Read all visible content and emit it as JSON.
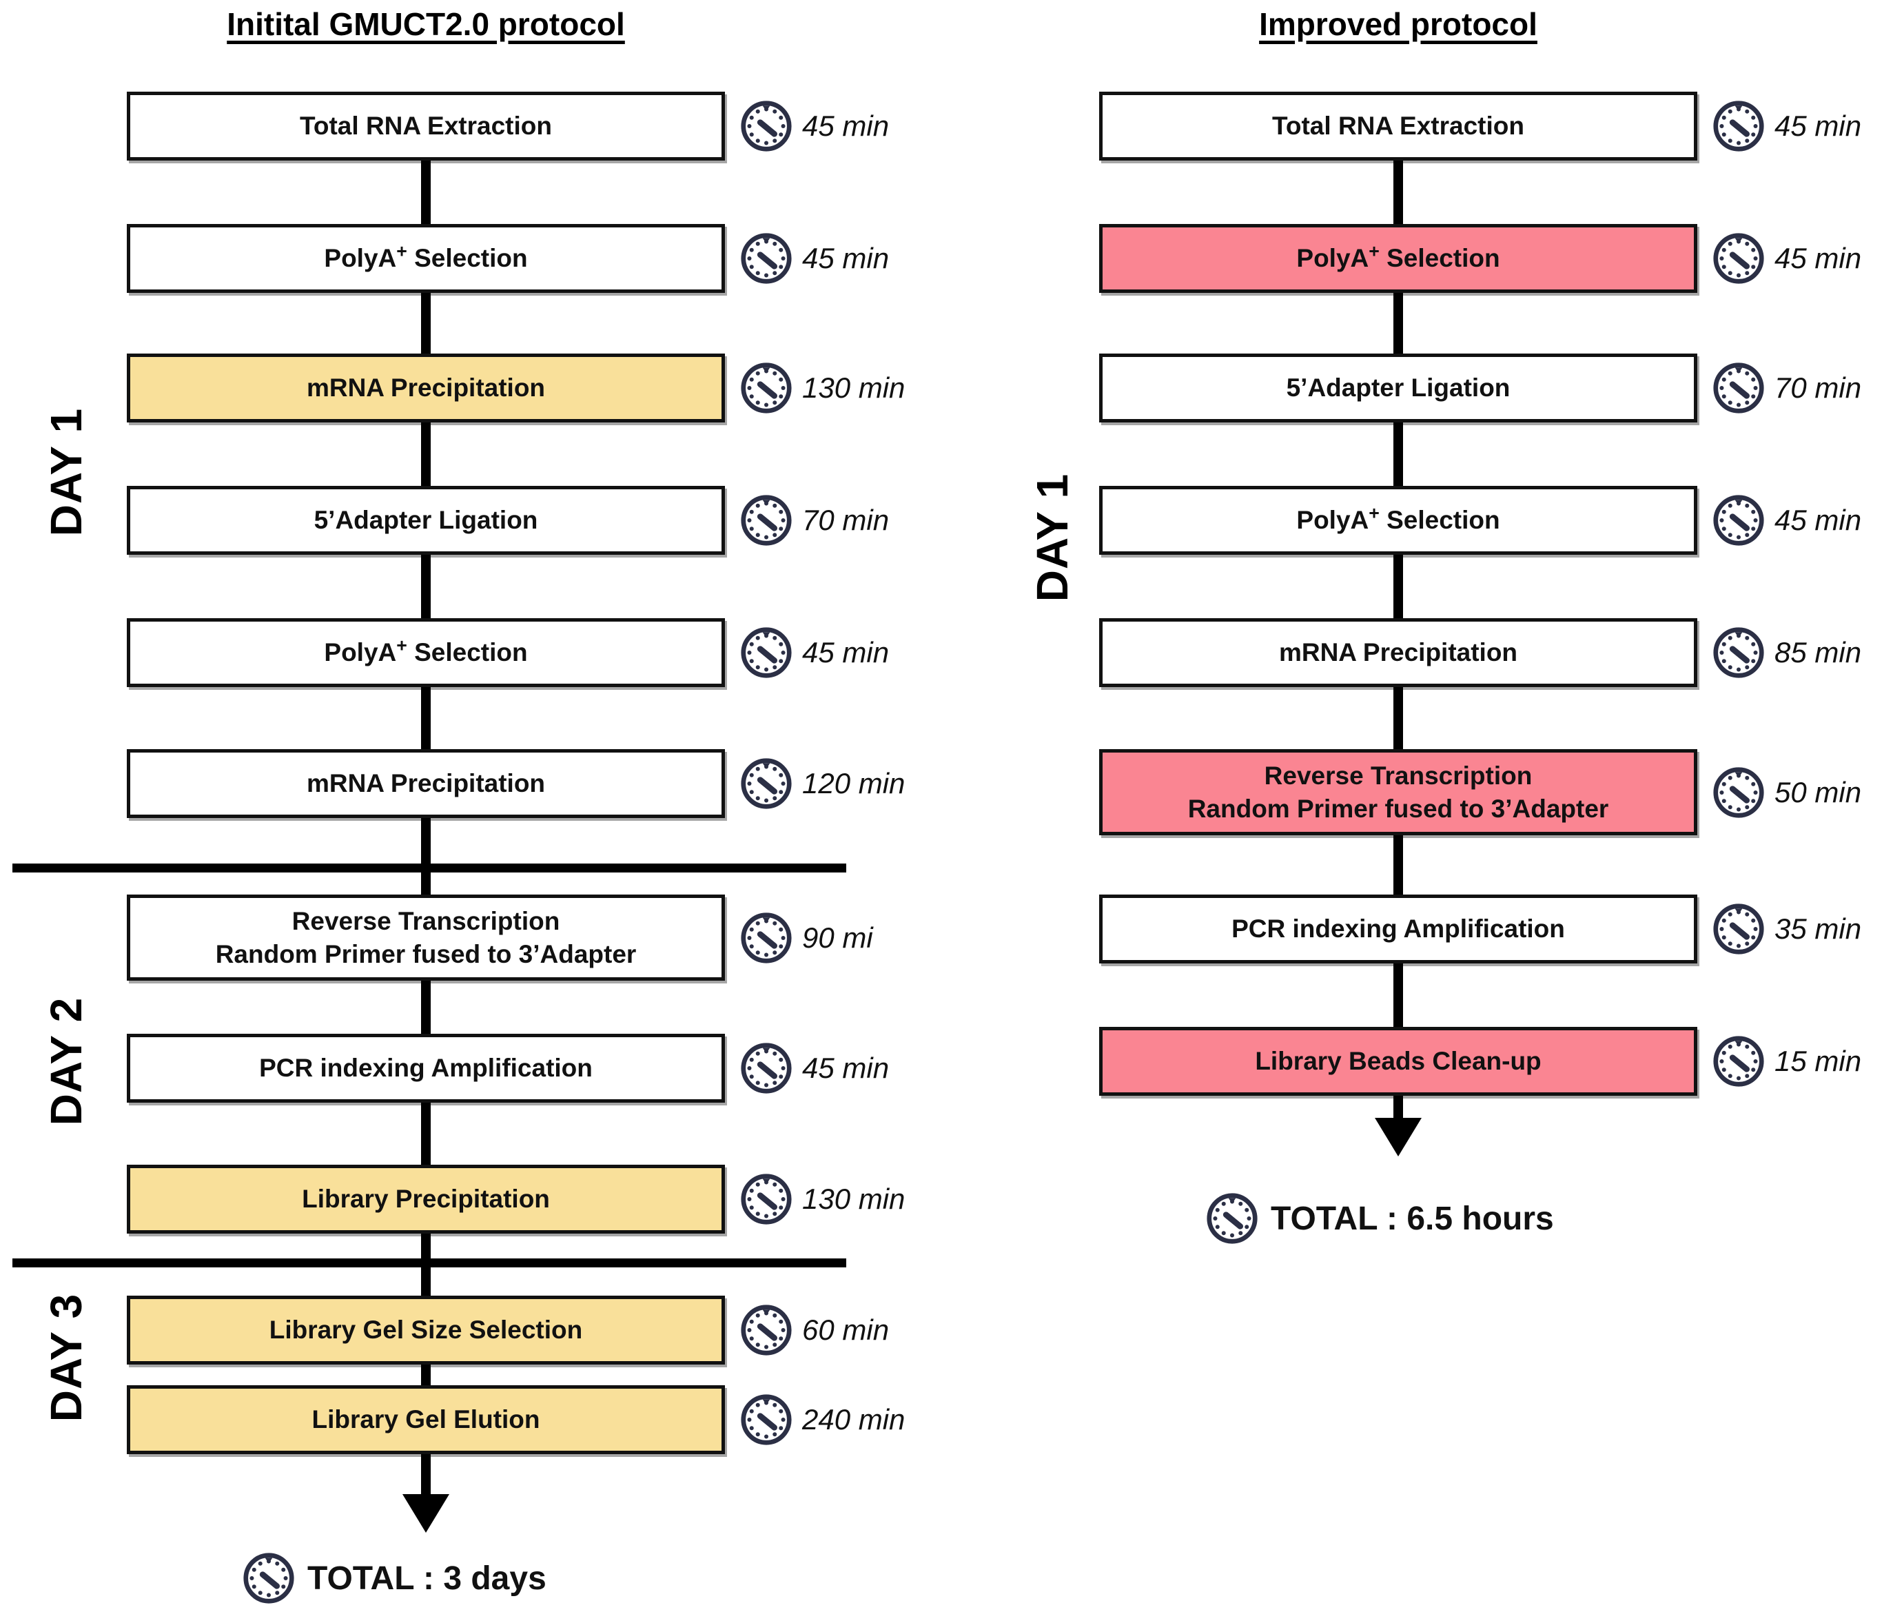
{
  "figure": {
    "type": "flowchart",
    "orientation": "two-column-comparison",
    "clock_icon": "clock-icon",
    "colors": {
      "highlight_yellow": "#F9E09A",
      "highlight_pink": "#FA8592",
      "box_border": "#111111",
      "connector": "#000000",
      "clock_navy": "#2B2F45"
    }
  },
  "left": {
    "title": "Initital GMUCT2.0 protocol",
    "day_labels": [
      "DAY 1",
      "DAY 2",
      "DAY 3"
    ],
    "steps": [
      {
        "label": "Total RNA Extraction",
        "duration": "45 min",
        "fill": "white",
        "lines": 1
      },
      {
        "label": "PolyA+ Selection",
        "duration": "45 min",
        "fill": "white",
        "lines": 1
      },
      {
        "label": "mRNA Precipitation",
        "duration": "130 min",
        "fill": "yellow",
        "lines": 1
      },
      {
        "label": "5’Adapter Ligation",
        "duration": "70 min",
        "fill": "white",
        "lines": 1
      },
      {
        "label": "PolyA+ Selection",
        "duration": "45 min",
        "fill": "white",
        "lines": 1
      },
      {
        "label": "mRNA Precipitation",
        "duration": "120 min",
        "fill": "white",
        "lines": 1
      },
      {
        "label": "Reverse Transcription\nRandom Primer fused to 3’Adapter",
        "duration": "90 mi",
        "fill": "white",
        "lines": 2
      },
      {
        "label": "PCR indexing Amplification",
        "duration": "45 min",
        "fill": "white",
        "lines": 1
      },
      {
        "label": "Library Precipitation",
        "duration": "130 min",
        "fill": "yellow",
        "lines": 1
      },
      {
        "label": "Library Gel Size Selection",
        "duration": "60 min",
        "fill": "yellow",
        "lines": 1
      },
      {
        "label": "Library Gel Elution",
        "duration": "240 min",
        "fill": "yellow",
        "lines": 1
      }
    ],
    "total": "TOTAL : 3 days"
  },
  "right": {
    "title": "Improved protocol",
    "day_labels": [
      "DAY 1"
    ],
    "steps": [
      {
        "label": "Total RNA Extraction",
        "duration": "45 min",
        "fill": "white",
        "lines": 1
      },
      {
        "label": "PolyA+ Selection",
        "duration": "45 min",
        "fill": "pink",
        "lines": 1
      },
      {
        "label": "5’Adapter Ligation",
        "duration": "70 min",
        "fill": "white",
        "lines": 1
      },
      {
        "label": "PolyA+ Selection",
        "duration": "45 min",
        "fill": "white",
        "lines": 1
      },
      {
        "label": "mRNA Precipitation",
        "duration": "85 min",
        "fill": "white",
        "lines": 1
      },
      {
        "label": "Reverse Transcription\nRandom Primer fused to 3’Adapter",
        "duration": "50 min",
        "fill": "pink",
        "lines": 2
      },
      {
        "label": "PCR indexing Amplification",
        "duration": "35 min",
        "fill": "white",
        "lines": 1
      },
      {
        "label": "Library Beads Clean-up",
        "duration": "15 min",
        "fill": "pink",
        "lines": 1
      }
    ],
    "total": "TOTAL : 6.5 hours"
  }
}
